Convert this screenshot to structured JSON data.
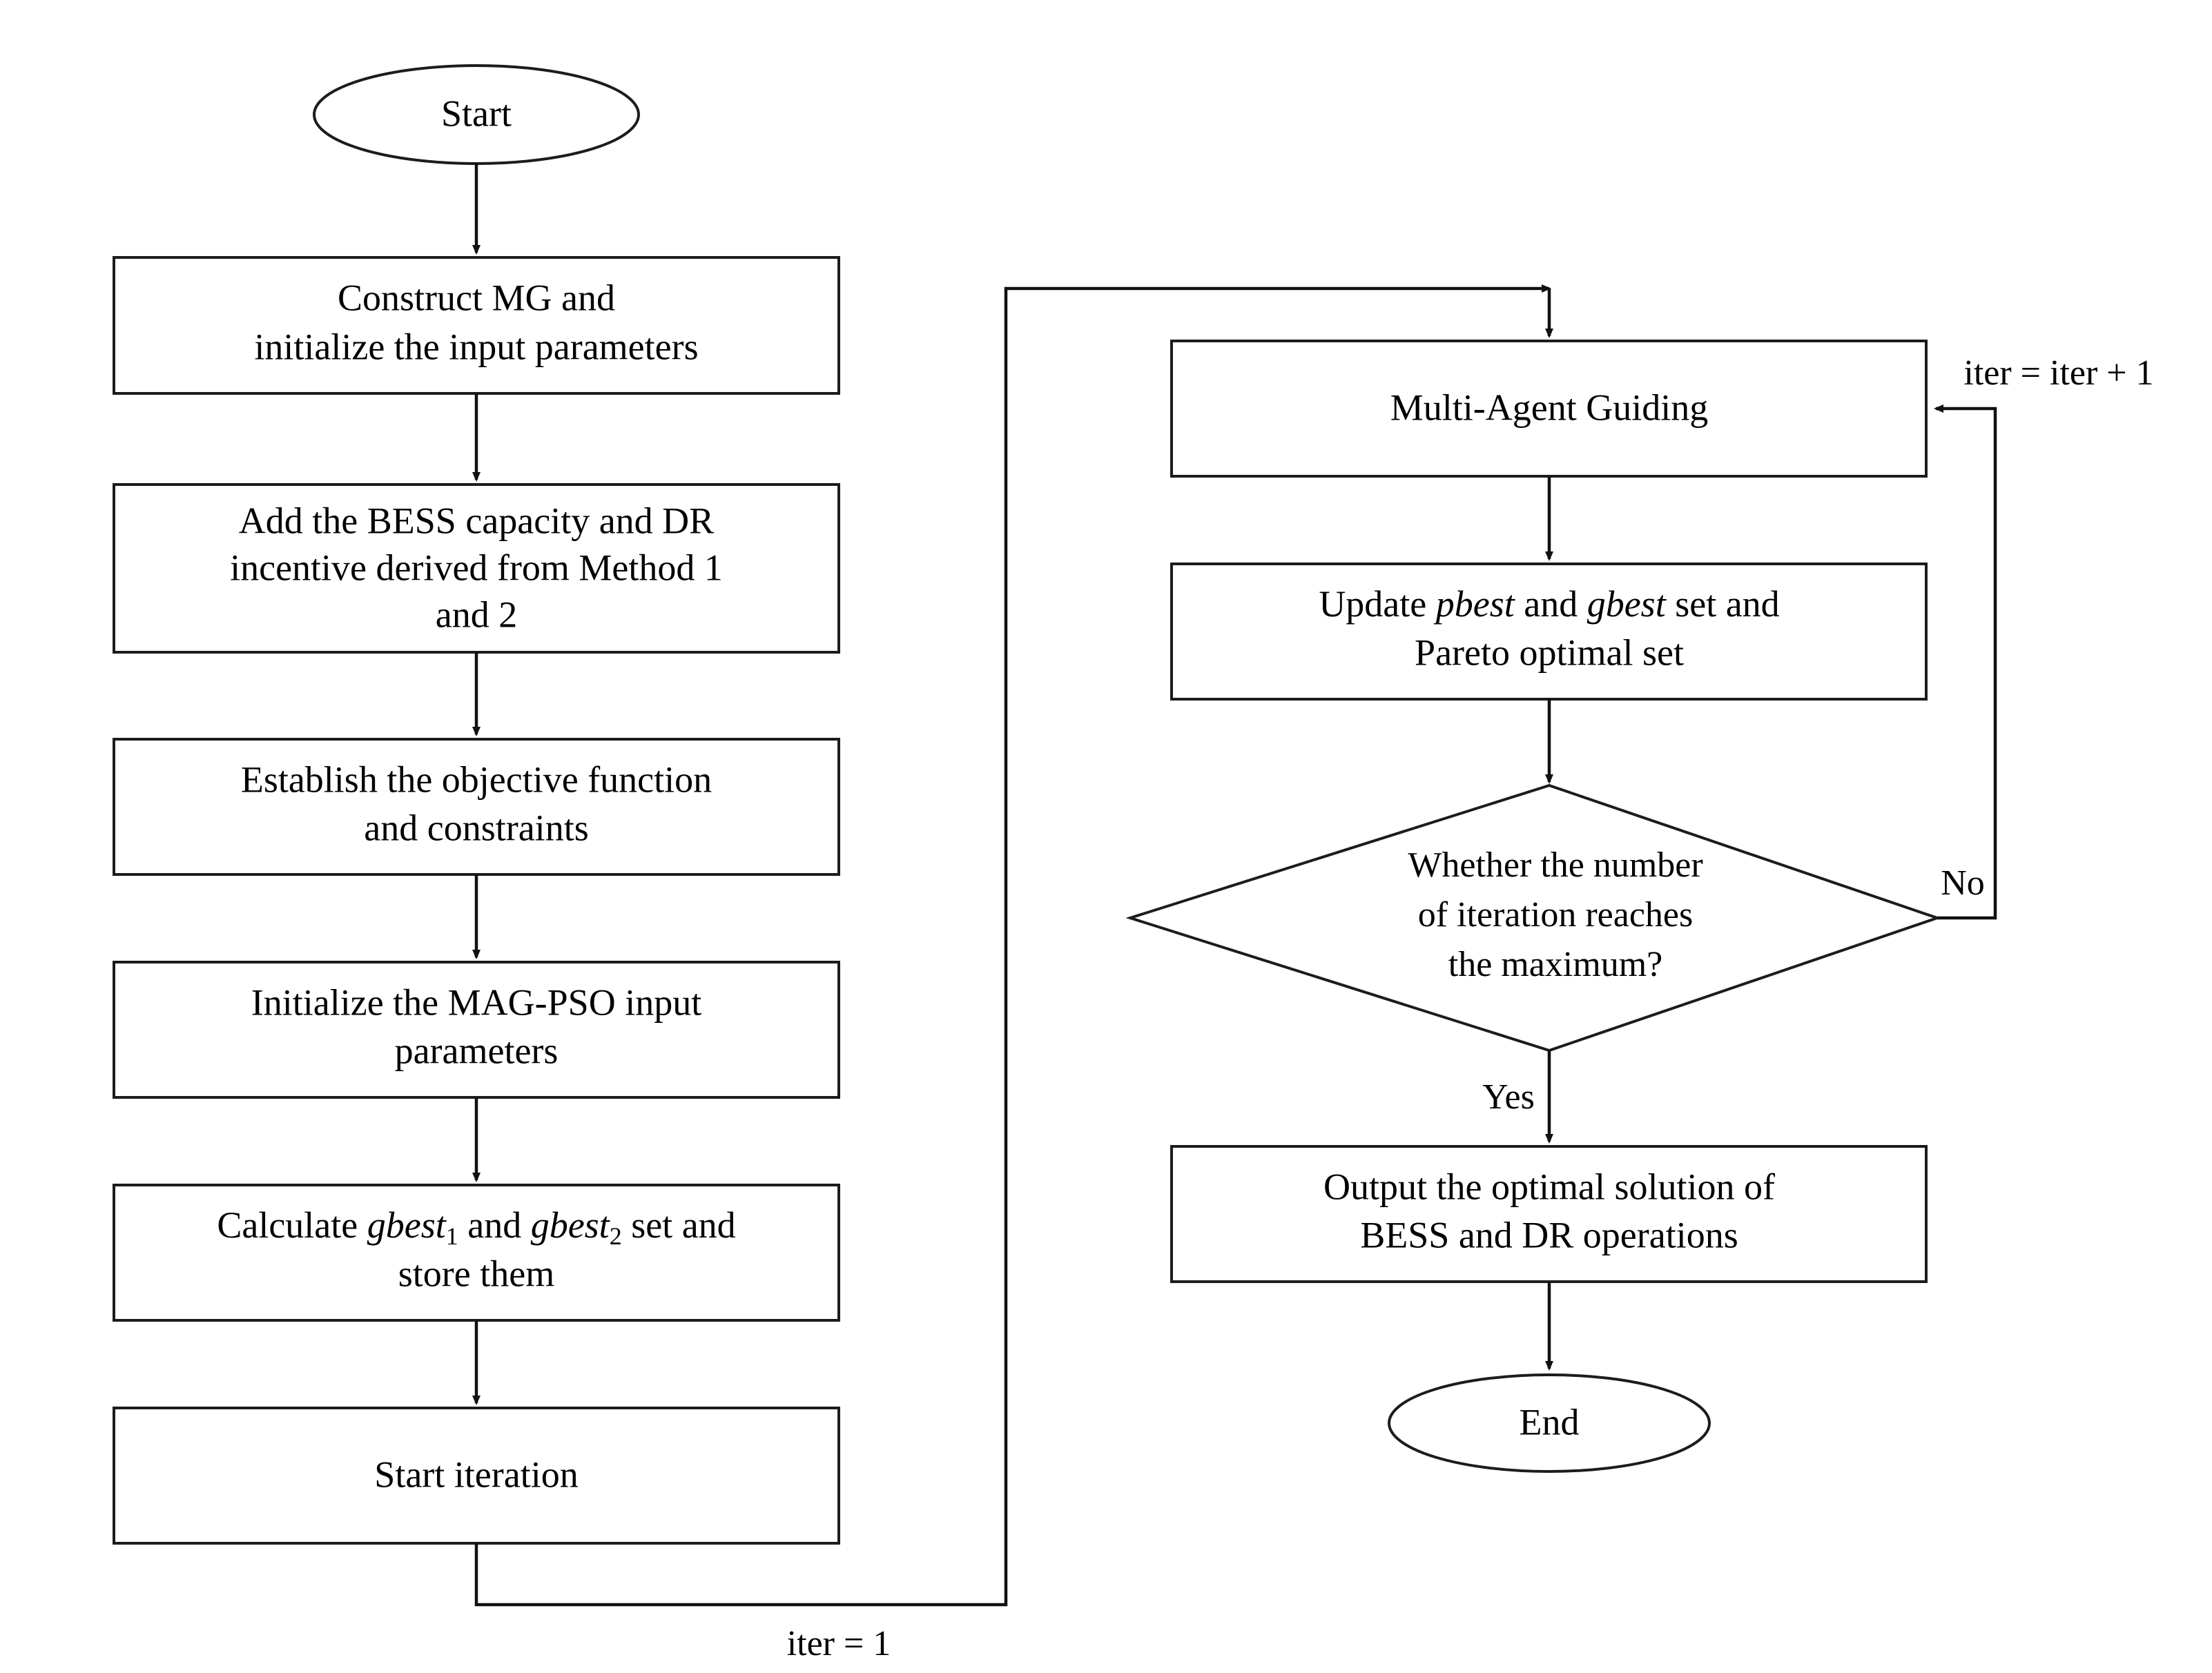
{
  "diagram": {
    "type": "flowchart",
    "title_visible": false,
    "background_color": "#ffffff",
    "line_color": "#111111",
    "text_color": "#000000"
  },
  "nodes": {
    "start": {
      "shape": "oval",
      "label": "Start"
    },
    "construct_mg": {
      "shape": "process",
      "line1": "Construct MG and",
      "line2": "initialize the input parameters"
    },
    "add_bess": {
      "shape": "process",
      "line1": "Add the BESS capacity and DR",
      "line2": "incentive derived from Method 1",
      "line3": "and 2"
    },
    "establish_objective": {
      "shape": "process",
      "line1": "Establish the objective function",
      "line2": "and constraints"
    },
    "init_magpso": {
      "shape": "process",
      "line1": "Initialize the MAG-PSO input",
      "line2": "parameters"
    },
    "calculate_gbest": {
      "shape": "process",
      "line1_pre": "Calculate ",
      "line1_term1": "gbest",
      "line1_sub1": "1",
      "line1_mid": " and ",
      "line1_term2": "gbest",
      "line1_sub2": "2",
      "line1_post": " set and",
      "line2": "store them"
    },
    "start_iteration": {
      "shape": "process",
      "label": "Start iteration"
    },
    "multi_agent_guiding": {
      "shape": "process",
      "label": "Multi-Agent Guiding"
    },
    "update_pbest_gbest": {
      "shape": "process",
      "line1_pre": "Update ",
      "line1_term1": "pbest",
      "line1_mid": " and ",
      "line1_term2": "gbest",
      "line1_post": " set and",
      "line2": "Pareto optimal set"
    },
    "decision_max_iter": {
      "shape": "decision",
      "line1": "Whether the number",
      "line2": "of iteration reaches",
      "line3": "the maximum?"
    },
    "output_solution": {
      "shape": "process",
      "line1": "Output the optimal solution of",
      "line2": "BESS and DR operations"
    },
    "end": {
      "shape": "oval",
      "label": "End"
    }
  },
  "edge_labels": {
    "iter_init": "iter = 1",
    "iter_increment": "iter = iter + 1",
    "decision_yes": "Yes",
    "decision_no": "No"
  }
}
